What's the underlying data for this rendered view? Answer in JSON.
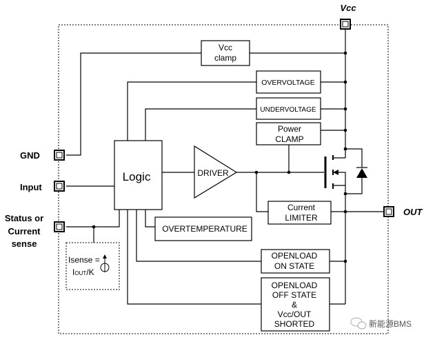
{
  "pins": {
    "vcc": "Vcc",
    "gnd": "GND",
    "input": "Input",
    "status_line1": "Status or",
    "status_line2": "Current",
    "status_line3": "sense",
    "out": "OUT"
  },
  "blocks": {
    "vcc_clamp_1": "Vcc",
    "vcc_clamp_2": "clamp",
    "overvoltage": "OVERVOLTAGE",
    "undervoltage": "UNDERVOLTAGE",
    "power_clamp_1": "Power",
    "power_clamp_2": "CLAMP",
    "logic": "Logic",
    "driver": "DRIVER",
    "current_limiter_1": "Current",
    "current_limiter_2": "LIMITER",
    "overtemperature": "OVERTEMPERATURE",
    "openload_on_1": "OPENLOAD",
    "openload_on_2": "ON STATE",
    "openload_off_1": "OPENLOAD",
    "openload_off_2": "OFF STATE",
    "openload_off_3": "&",
    "openload_off_4": "Vcc/OUT",
    "openload_off_5": "SHORTED"
  },
  "sense": {
    "line1": "Isense =",
    "line2": "I",
    "line2_sub": "OUT",
    "line2_tail": "/K"
  },
  "watermark": "新能源BMS"
}
